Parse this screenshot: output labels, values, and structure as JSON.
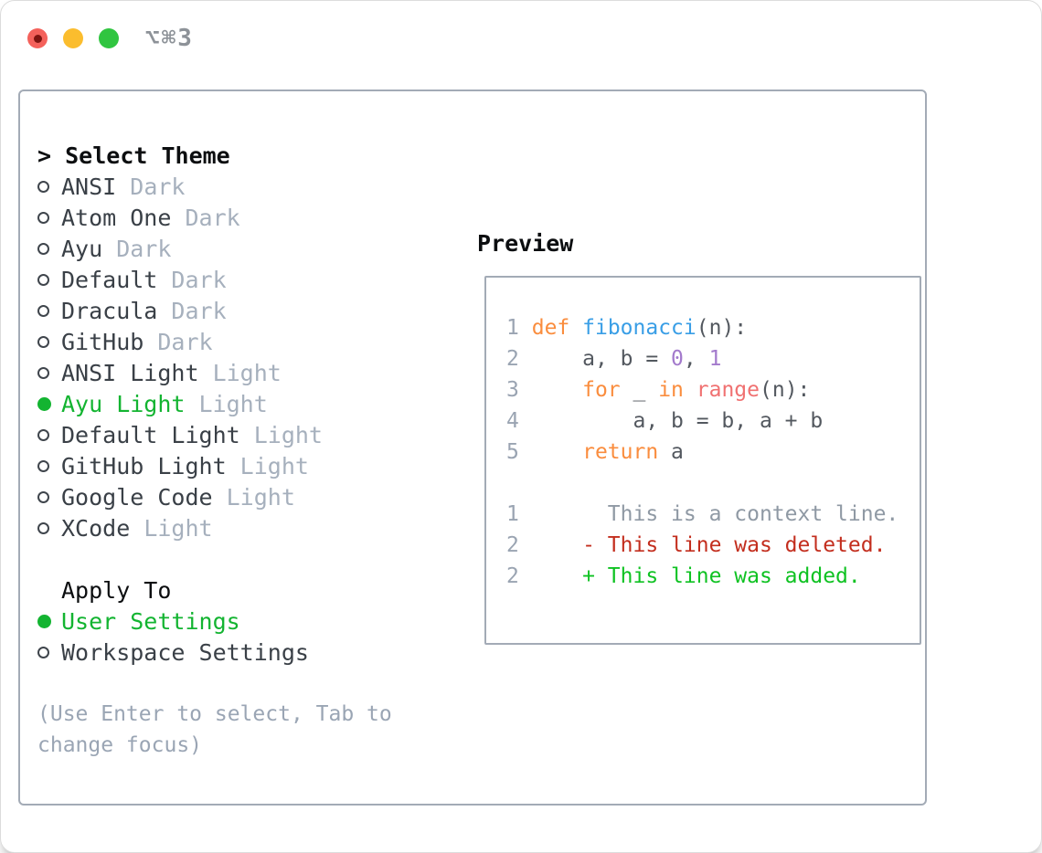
{
  "titlebar": {
    "shortcut": "⌥⌘3",
    "buttons": [
      "close",
      "minimize",
      "zoom"
    ]
  },
  "theme_panel": {
    "header_prefix": "> ",
    "header": "Select Theme",
    "themes": [
      {
        "label": "ANSI",
        "variant": "Dark",
        "selected": false
      },
      {
        "label": "Atom One",
        "variant": "Dark",
        "selected": false
      },
      {
        "label": "Ayu",
        "variant": "Dark",
        "selected": false
      },
      {
        "label": "Default",
        "variant": "Dark",
        "selected": false
      },
      {
        "label": "Dracula",
        "variant": "Dark",
        "selected": false
      },
      {
        "label": "GitHub",
        "variant": "Dark",
        "selected": false
      },
      {
        "label": "ANSI Light",
        "variant": "Light",
        "selected": false
      },
      {
        "label": "Ayu Light",
        "variant": "Light",
        "selected": true
      },
      {
        "label": "Default Light",
        "variant": "Light",
        "selected": false
      },
      {
        "label": "GitHub Light",
        "variant": "Light",
        "selected": false
      },
      {
        "label": "Google Code",
        "variant": "Light",
        "selected": false
      },
      {
        "label": "XCode",
        "variant": "Light",
        "selected": false
      }
    ],
    "apply_to": {
      "header": "Apply To",
      "options": [
        {
          "label": "User Settings",
          "selected": true
        },
        {
          "label": "Workspace Settings",
          "selected": false
        }
      ]
    },
    "hint_lines": [
      "(Use Enter to select, Tab to",
      "change focus)"
    ]
  },
  "preview": {
    "title": "Preview",
    "lines": [
      {
        "num": "1",
        "segments": [
          {
            "t": " ",
            "c": "p"
          },
          {
            "t": "def",
            "c": "kw"
          },
          {
            "t": " ",
            "c": "p"
          },
          {
            "t": "fibonacci",
            "c": "fn"
          },
          {
            "t": "(n):",
            "c": "p"
          }
        ]
      },
      {
        "num": "2",
        "segments": [
          {
            "t": "     a, b = ",
            "c": "p"
          },
          {
            "t": "0",
            "c": "num"
          },
          {
            "t": ", ",
            "c": "p"
          },
          {
            "t": "1",
            "c": "num"
          }
        ]
      },
      {
        "num": "3",
        "segments": [
          {
            "t": "     ",
            "c": "p"
          },
          {
            "t": "for",
            "c": "kw"
          },
          {
            "t": " _ ",
            "c": "p"
          },
          {
            "t": "in",
            "c": "kw"
          },
          {
            "t": " ",
            "c": "p"
          },
          {
            "t": "range",
            "c": "call"
          },
          {
            "t": "(n):",
            "c": "p"
          }
        ]
      },
      {
        "num": "4",
        "segments": [
          {
            "t": "         a, b = b, a + b",
            "c": "p"
          }
        ]
      },
      {
        "num": "5",
        "segments": [
          {
            "t": "     ",
            "c": "p"
          },
          {
            "t": "return",
            "c": "kw"
          },
          {
            "t": " a",
            "c": "p"
          }
        ]
      },
      {
        "num": "",
        "segments": []
      },
      {
        "num": "1",
        "segments": [
          {
            "t": "       This is a context line.",
            "c": "ctx"
          }
        ]
      },
      {
        "num": "2",
        "segments": [
          {
            "t": "     ",
            "c": "p"
          },
          {
            "t": "- This line was deleted.",
            "c": "del"
          }
        ]
      },
      {
        "num": "2",
        "segments": [
          {
            "t": "     ",
            "c": "p"
          },
          {
            "t": "+ This line was added.",
            "c": "add"
          }
        ]
      }
    ]
  },
  "colors": {
    "green": "#13b431",
    "item": "#3a4047",
    "variant": "#a6b0bd",
    "hint": "#9aa5b4",
    "border": "#a3abb6",
    "header": "#0c0e10",
    "shortcut": "#8d9298",
    "ring": "#3f454c",
    "ln": "#9aa4b2",
    "codefg": "#53585f",
    "kw": "#fa8d3e",
    "fn": "#399ee6",
    "numlit": "#a37acc",
    "call": "#f07171",
    "ctx": "#8f99a4",
    "del": "#c32e1e",
    "add": "#0fc222",
    "tl_red": "#f4615b",
    "tl_red_dot": "#7e1410",
    "tl_yellow": "#fbbd2e",
    "tl_green": "#30c540"
  }
}
